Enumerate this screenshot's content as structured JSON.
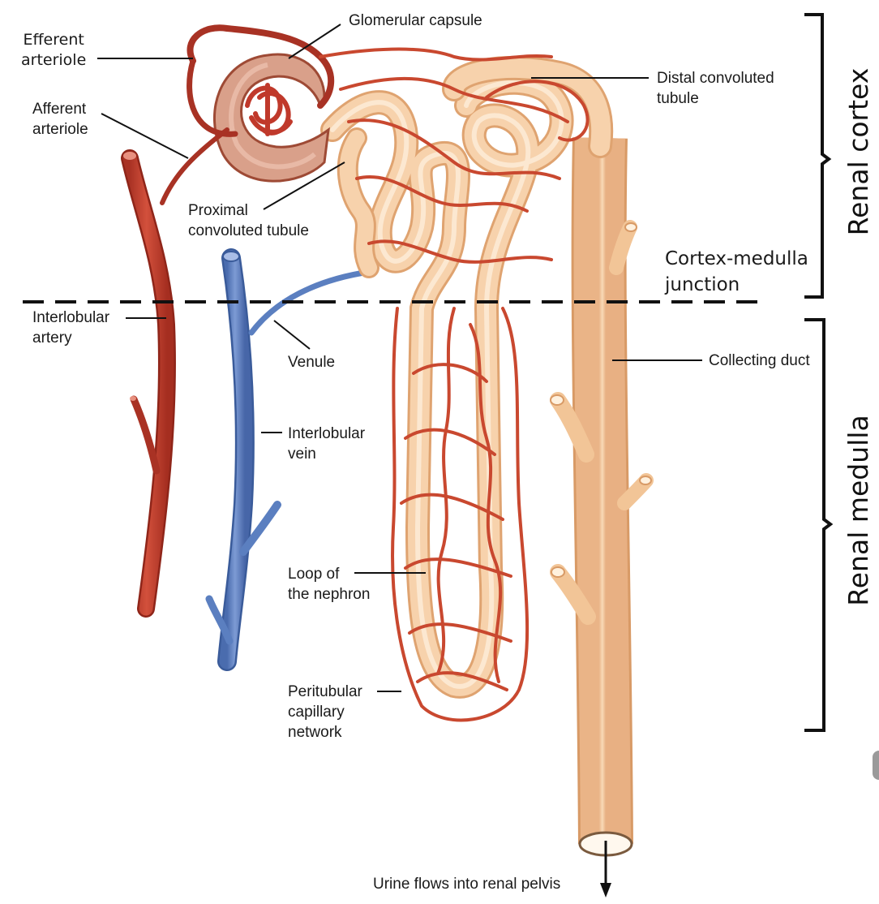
{
  "labels": {
    "efferent": "Efferent\narteriole",
    "afferent": "Afferent\narteriole",
    "glomerular_capsule": "Glomerular capsule",
    "distal": "Distal convoluted\ntubule",
    "proximal": "Proximal\nconvoluted tubule",
    "cortex_medulla": "Cortex-medulla\njunction",
    "interlobular_artery": "Interlobular\nartery",
    "venule": "Venule",
    "collecting_duct": "Collecting duct",
    "interlobular_vein": "Interlobular\nvein",
    "loop": "Loop of\nthe nephron",
    "peritubular": "Peritubular\ncapillary\nnetwork",
    "urine": "Urine flows into renal pelvis"
  },
  "regions": {
    "cortex": "Renal cortex",
    "medulla": "Renal medulla"
  },
  "colors": {
    "artery": "#c0392b",
    "artery_dark": "#9e2a1e",
    "vein": "#5b7fc0",
    "vein_dark": "#3e5f9e",
    "tubule": "#f6c99a",
    "tubule_light": "#fbe3c6",
    "tubule_edge": "#e0a46e",
    "capillary": "#d0553d",
    "capsule": "#d9a08a"
  }
}
